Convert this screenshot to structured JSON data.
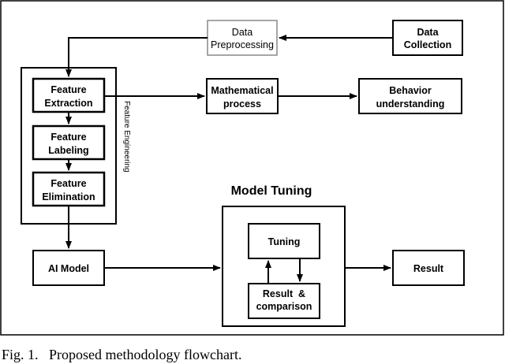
{
  "nodes": {
    "data_preprocessing": [
      "Data",
      "Preprocessing"
    ],
    "data_collection": [
      "Data",
      "Collection"
    ],
    "feature_extraction": [
      "Feature",
      "Extraction"
    ],
    "feature_labeling": [
      "Feature",
      "Labeling"
    ],
    "feature_elimination": [
      "Feature",
      "Elimination"
    ],
    "mathematical_process": [
      "Mathematical",
      "process"
    ],
    "behavior_understanding": [
      "Behavior",
      "understanding"
    ],
    "ai_model": "AI Model",
    "tuning": "Tuning",
    "result_comparison": [
      "Result  &",
      "comparison"
    ],
    "result": "Result"
  },
  "groups": {
    "feature_engineering": "Feature Engineering",
    "model_tuning": "Model Tuning"
  },
  "caption": "Fig. 1.   Proposed methodology flowchart."
}
